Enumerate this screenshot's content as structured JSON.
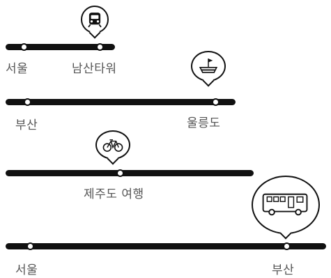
{
  "routes": [
    {
      "icon": "subway-train-icon",
      "stops": [
        "서울",
        "남산타워"
      ]
    },
    {
      "icon": "ship-icon",
      "stops": [
        "부산",
        "울릉도"
      ]
    },
    {
      "icon": "bicycle-icon",
      "stops": [
        "제주도 여행"
      ]
    },
    {
      "icon": "bus-icon",
      "stops": [
        "서울",
        "부산"
      ]
    }
  ]
}
